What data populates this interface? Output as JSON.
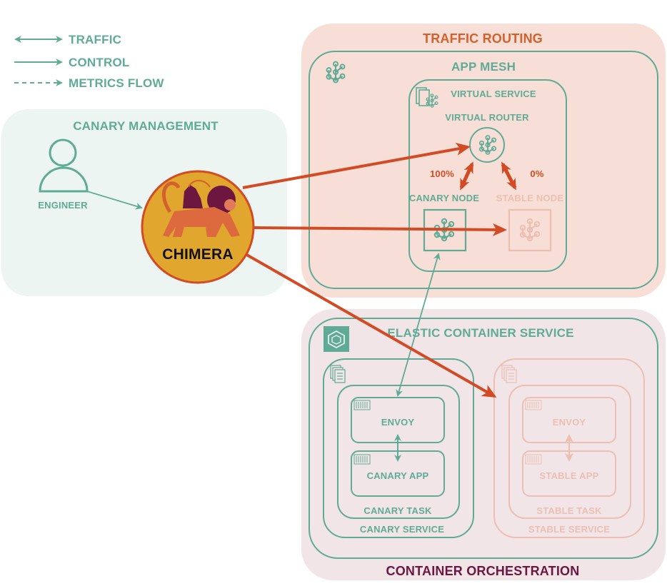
{
  "legend": {
    "items": [
      {
        "label": "TRAFFIC",
        "style": "double-arrow"
      },
      {
        "label": "CONTROL",
        "style": "solid-arrow"
      },
      {
        "label": "METRICS FLOW",
        "style": "dashed-arrow"
      }
    ]
  },
  "canary_management": {
    "title": "CANARY MANAGEMENT",
    "engineer": {
      "label": "ENGINEER",
      "icon": "person-icon"
    },
    "chimera": {
      "label": "CHIMERA",
      "icon": "chimera-logo"
    }
  },
  "traffic_routing": {
    "title": "TRAFFIC ROUTING",
    "app_mesh": {
      "title": "APP MESH",
      "icon": "app-mesh-icon",
      "virtual_service": {
        "title": "VIRTUAL SERVICE",
        "icon": "virtual-service-icon",
        "virtual_router": {
          "title": "VIRTUAL ROUTER",
          "icon": "virtual-router-icon"
        },
        "canary_node": {
          "label": "CANARY NODE",
          "weight": "100%"
        },
        "stable_node": {
          "label": "STABLE NODE",
          "weight": "0%"
        }
      }
    }
  },
  "container_orchestration": {
    "title": "CONTAINER ORCHESTRATION",
    "ecs": {
      "title": "ELASTIC CONTAINER SERVICE",
      "icon": "ecs-icon",
      "canary_service": {
        "label": "CANARY SERVICE",
        "task": {
          "label": "CANARY TASK",
          "containers": [
            "ENVOY",
            "CANARY APP"
          ]
        }
      },
      "stable_service": {
        "label": "STABLE SERVICE",
        "task": {
          "label": "STABLE TASK",
          "containers": [
            "ENVOY",
            "STABLE APP"
          ]
        }
      }
    }
  },
  "colors": {
    "teal": "#5fab95",
    "orange": "#d24b24",
    "pale_pink": "#ecbfb2",
    "traffic_routing_bg": "#f7ded6",
    "canary_mgmt_bg": "#edf5f2",
    "container_orch_bg": "#f1e5e8",
    "orchestration_title": "#6d1740",
    "routing_title": "#d4602e",
    "chimera_gold": "#e0a62d"
  }
}
